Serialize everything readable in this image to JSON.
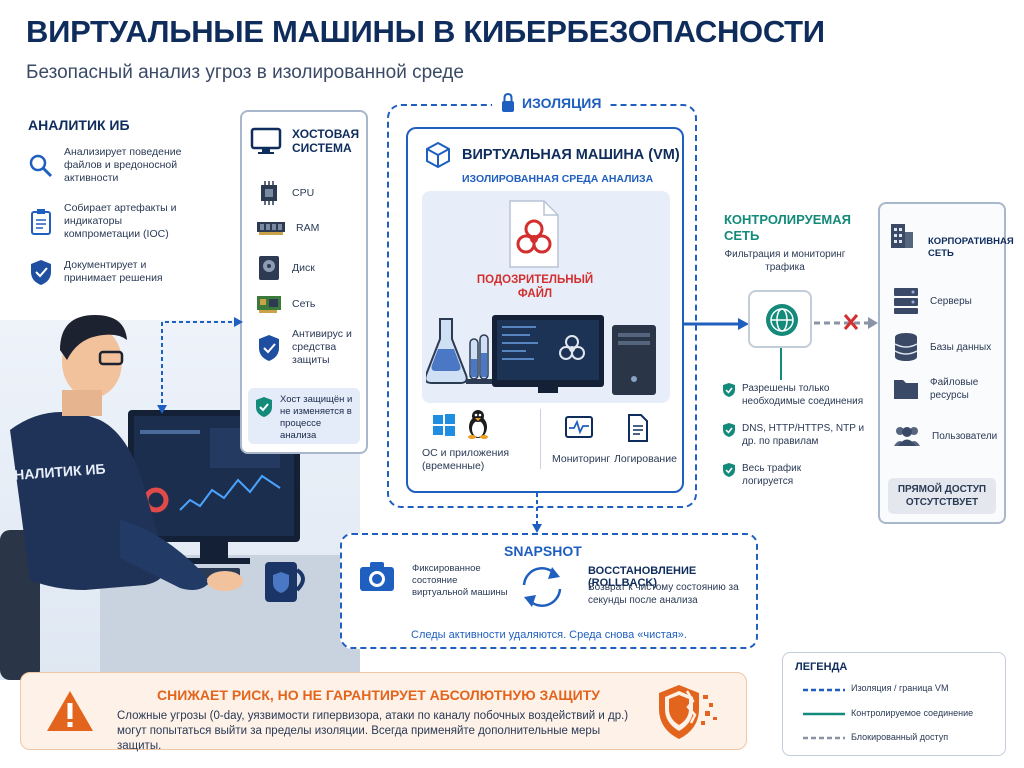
{
  "header": {
    "title": "ВИРТУАЛЬНЫЕ МАШИНЫ В КИБЕРБЕЗОПАСНОСТИ",
    "subtitle": "Безопасный анализ угроз в изолированной среде"
  },
  "analyst": {
    "title": "АНАЛИТИК ИБ",
    "items": [
      {
        "icon": "magnifier-icon",
        "text": "Анализирует поведение файлов и вредоносной активности"
      },
      {
        "icon": "clipboard-icon",
        "text": "Собирает артефакты и индикаторы компрометации (IOC)"
      },
      {
        "icon": "shield-check-icon",
        "text": "Документирует и принимает решения"
      }
    ],
    "jacket_label": "АНАЛИТИК ИБ"
  },
  "host": {
    "title": "ХОСТОВАЯ СИСТЕМА",
    "items": [
      {
        "icon": "cpu-icon",
        "label": "CPU"
      },
      {
        "icon": "ram-icon",
        "label": "RAM"
      },
      {
        "icon": "disk-icon",
        "label": "Диск"
      },
      {
        "icon": "network-card-icon",
        "label": "Сеть"
      },
      {
        "icon": "antivirus-shield-icon",
        "label": "Антивирус и средства защиты"
      }
    ],
    "note": "Хост защищён и не изменяется в процессе анализа"
  },
  "isolation": {
    "label": "ИЗОЛЯЦИЯ",
    "vm_title": "ВИРТУАЛЬНАЯ МАШИНА (VM)",
    "vm_subtitle": "ИЗОЛИРОВАННАЯ СРЕДА АНАЛИЗА",
    "file_label": "ПОДОЗРИТЕЛЬНЫЙ ФАЙЛ",
    "os_label": "ОС и приложения (временные)",
    "monitoring_label": "Мониторинг",
    "logging_label": "Логирование"
  },
  "network": {
    "title": "КОНТРОЛИРУЕМАЯ СЕТЬ",
    "subtitle": "Фильтрация и мониторинг трафика",
    "rules": [
      "Разрешены только необходимые соединения",
      "DNS, HTTP/HTTPS, NTP и др. по правилам",
      "Весь трафик логируется"
    ]
  },
  "corporate": {
    "title": "КОРПОРАТИВНАЯ СЕТЬ",
    "items": [
      {
        "icon": "servers-icon",
        "label": "Серверы"
      },
      {
        "icon": "database-icon",
        "label": "Базы данных"
      },
      {
        "icon": "folder-icon",
        "label": "Файловые ресурсы"
      },
      {
        "icon": "users-icon",
        "label": "Пользователи"
      }
    ],
    "no_access": "ПРЯМОЙ ДОСТУП ОТСУТСТВУЕТ"
  },
  "snapshot": {
    "title": "SNAPSHOT",
    "fixed_text": "Фиксированное состояние виртуальной машины",
    "rollback_title": "ВОССТАНОВЛЕНИЕ (ROLLBACK)",
    "rollback_text": "Возврат к чистому состоянию за секунды после анализа",
    "footer": "Следы активности удаляются. Среда снова «чистая»."
  },
  "warning": {
    "title": "СНИЖАЕТ РИСК, НО НЕ ГАРАНТИРУЕТ АБСОЛЮТНУЮ ЗАЩИТУ",
    "text": "Сложные угрозы (0-day, уязвимости гипервизора, атаки по каналу побочных воздействий и др.) могут попытаться выйти за пределы изоляции. Всегда применяйте дополнительные меры защиты."
  },
  "legend": {
    "title": "ЛЕГЕНДА",
    "items": [
      {
        "style": "dashed-blue",
        "label": "Изоляция / граница VM"
      },
      {
        "style": "solid-teal",
        "label": "Контролируемое соединение"
      },
      {
        "style": "dashed-gray",
        "label": "Блокированный доступ"
      }
    ]
  },
  "colors": {
    "navy": "#0f2d5c",
    "blue": "#1f5fbf",
    "teal": "#138a7a",
    "red": "#d32f2f",
    "orange": "#e3651d"
  }
}
